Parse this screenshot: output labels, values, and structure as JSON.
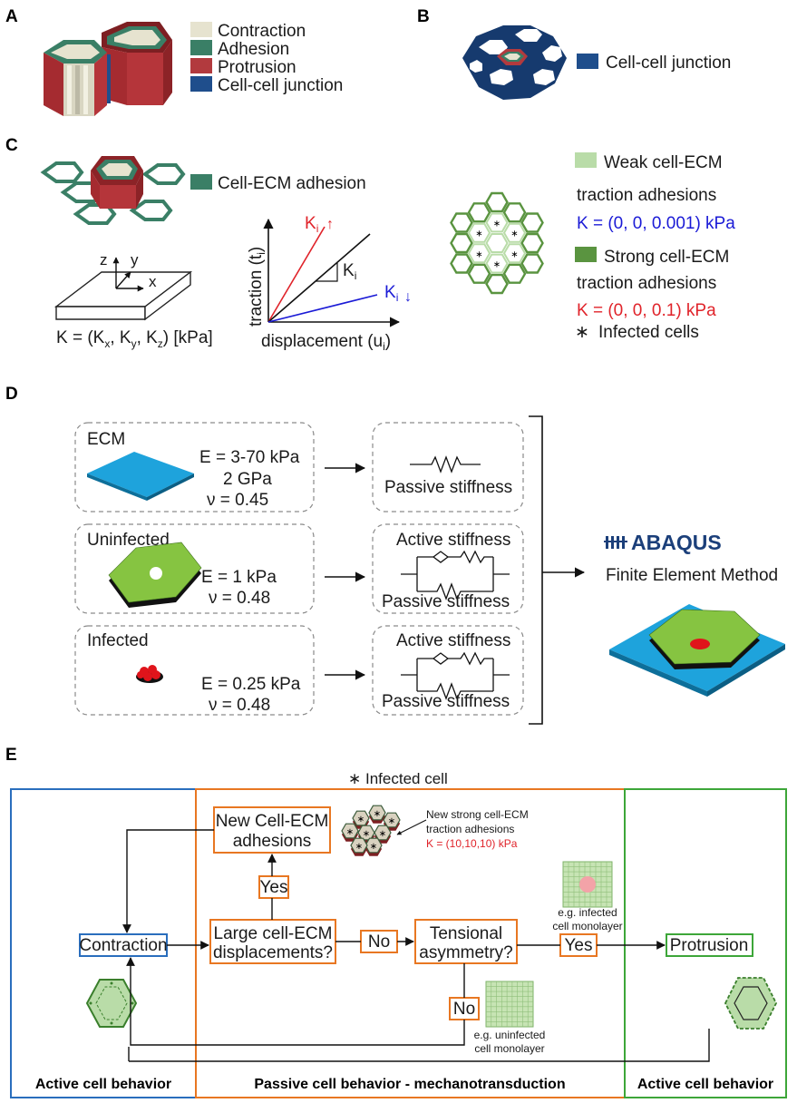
{
  "panel_labels": {
    "a": "A",
    "b": "B",
    "c": "C",
    "d": "D",
    "e": "E"
  },
  "panel_a": {
    "legend": [
      {
        "label": "Contraction",
        "color": "#e6e3cf"
      },
      {
        "label": "Adhesion",
        "color": "#3a7f66"
      },
      {
        "label": "Protrusion",
        "color": "#b23a3e"
      },
      {
        "label": "Cell-cell junction",
        "color": "#1f4e8c"
      }
    ]
  },
  "panel_b": {
    "legend_label": "Cell-cell junction",
    "color": "#1f4e8c"
  },
  "panel_c": {
    "adhesion_label": "Cell-ECM adhesion",
    "axis_z": "z",
    "axis_y": "y",
    "axis_x": "x",
    "k_formula_pre": "K = (K",
    "k_formula_x": "x",
    "k_formula_sep1": ", K",
    "k_formula_y": "y",
    "k_formula_sep2": ", K",
    "k_formula_z": "z",
    "k_formula_post": ") [kPa]",
    "ylabel_pre": "traction (t",
    "ylabel_sub": "i",
    "ylabel_post": ")",
    "xlabel_pre": "displacement (u",
    "xlabel_sub": "i",
    "xlabel_post": ")",
    "k_up": "K",
    "k_down": "K",
    "k_mid": "K",
    "k_sub": "i",
    "weak_line1": "Weak cell-ECM",
    "weak_line2": "traction adhesions",
    "weak_value": "K = (0, 0, 0.001) kPa",
    "weak_color": "#b9dca8",
    "strong_line1": "Strong cell-ECM",
    "strong_line2": "traction adhesions",
    "strong_value": "K = (0, 0, 0.1) kPa",
    "strong_color": "#5a9440",
    "infected_label": "Infected cells",
    "star": "∗",
    "blue": "#1a1ad6",
    "red": "#e0232a"
  },
  "panel_d": {
    "ecm": {
      "title": "ECM",
      "e1": "E = 3-70 kPa",
      "e2": "2 GPa",
      "nu": "ν = 0.45",
      "color": "#1ea3dc"
    },
    "uninfected": {
      "title": "Uninfected",
      "e": "E = 1 kPa",
      "nu": "ν = 0.48",
      "color": "#86c441"
    },
    "infected": {
      "title": "Infected",
      "e": "E = 0.25 kPa",
      "nu": "ν = 0.48",
      "color": "#e0141b"
    },
    "passive": "Passive stiffness",
    "active": "Active stiffness",
    "abaqus": "ABAQUS",
    "abaqus_sub": "Finite Element Method",
    "abaqus_color": "#1b3f7a"
  },
  "panel_e": {
    "infected_cell": "Infected cell",
    "star": "∗",
    "new_adhesions_l1": "New Cell-ECM",
    "new_adhesions_l2": "adhesions",
    "strong_note_l1": "New strong cell-ECM",
    "strong_note_l2": "traction adhesions",
    "strong_note_value": "K = (10,10,10) kPa",
    "yes": "Yes",
    "no": "No",
    "large_l1": "Large cell-ECM",
    "large_l2": "displacements?",
    "tension_l1": "Tensional",
    "tension_l2": "asymmetry?",
    "contraction": "Contraction",
    "protrusion": "Protrusion",
    "eg_infected_l1": "e.g. infected",
    "eg_infected_l2": "cell monolayer",
    "eg_uninfected_l1": "e.g. uninfected",
    "eg_uninfected_l2": "cell monolayer",
    "active_left": "Active cell behavior",
    "passive_mid": "Passive cell behavior -  mechanotransduction",
    "active_right": "Active cell behavior",
    "blue": "#2a6ebd",
    "orange": "#e87722",
    "green": "#3da639"
  }
}
